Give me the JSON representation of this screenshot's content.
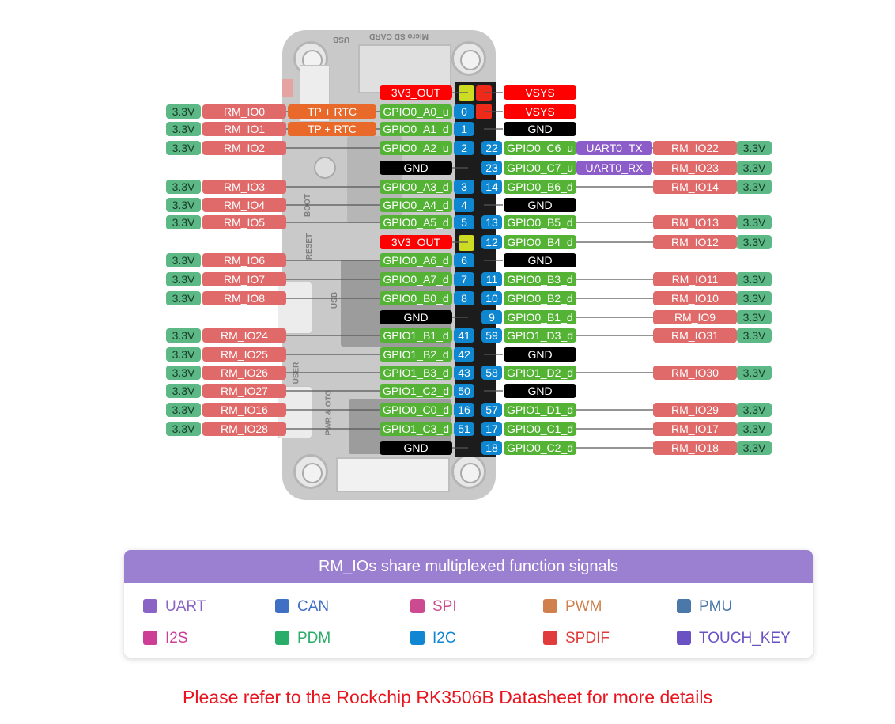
{
  "board": {
    "silkscreen": [
      "USB",
      "Micro SD CARD",
      "BOOT",
      "RESET",
      "USB",
      "USER",
      "PWR & OTG"
    ]
  },
  "left_rows": [
    {
      "v": "",
      "rm": "",
      "func": "",
      "sig": "3V3_OUT",
      "sig_type": "power",
      "pin": ""
    },
    {
      "v": "3.3V",
      "rm": "RM_IO0",
      "func": "TP + RTC",
      "sig": "GPIO0_A0_u",
      "sig_type": "gpio",
      "pin": "0"
    },
    {
      "v": "3.3V",
      "rm": "RM_IO1",
      "func": "TP + RTC",
      "sig": "GPIO0_A1_d",
      "sig_type": "gpio",
      "pin": "1"
    },
    {
      "v": "3.3V",
      "rm": "RM_IO2",
      "func": "",
      "sig": "GPIO0_A2_u",
      "sig_type": "gpio",
      "pin": "2"
    },
    {
      "v": "",
      "rm": "",
      "func": "",
      "sig": "GND",
      "sig_type": "gnd",
      "pin": ""
    },
    {
      "v": "3.3V",
      "rm": "RM_IO3",
      "func": "",
      "sig": "GPIO0_A3_d",
      "sig_type": "gpio",
      "pin": "3"
    },
    {
      "v": "3.3V",
      "rm": "RM_IO4",
      "func": "",
      "sig": "GPIO0_A4_d",
      "sig_type": "gpio",
      "pin": "4"
    },
    {
      "v": "3.3V",
      "rm": "RM_IO5",
      "func": "",
      "sig": "GPIO0_A5_d",
      "sig_type": "gpio",
      "pin": "5"
    },
    {
      "v": "",
      "rm": "",
      "func": "",
      "sig": "3V3_OUT",
      "sig_type": "power",
      "pin": ""
    },
    {
      "v": "3.3V",
      "rm": "RM_IO6",
      "func": "",
      "sig": "GPIO0_A6_d",
      "sig_type": "gpio",
      "pin": "6"
    },
    {
      "v": "3.3V",
      "rm": "RM_IO7",
      "func": "",
      "sig": "GPIO0_A7_d",
      "sig_type": "gpio",
      "pin": "7"
    },
    {
      "v": "3.3V",
      "rm": "RM_IO8",
      "func": "",
      "sig": "GPIO0_B0_d",
      "sig_type": "gpio",
      "pin": "8"
    },
    {
      "v": "",
      "rm": "",
      "func": "",
      "sig": "GND",
      "sig_type": "gnd",
      "pin": ""
    },
    {
      "v": "3.3V",
      "rm": "RM_IO24",
      "func": "",
      "sig": "GPIO1_B1_d",
      "sig_type": "gpio",
      "pin": "41"
    },
    {
      "v": "3.3V",
      "rm": "RM_IO25",
      "func": "",
      "sig": "GPIO1_B2_d",
      "sig_type": "gpio",
      "pin": "42"
    },
    {
      "v": "3.3V",
      "rm": "RM_IO26",
      "func": "",
      "sig": "GPIO1_B3_d",
      "sig_type": "gpio",
      "pin": "43"
    },
    {
      "v": "3.3V",
      "rm": "RM_IO27",
      "func": "",
      "sig": "GPIO1_C2_d",
      "sig_type": "gpio",
      "pin": "50"
    },
    {
      "v": "3.3V",
      "rm": "RM_IO16",
      "func": "",
      "sig": "GPIO0_C0_d",
      "sig_type": "gpio",
      "pin": "16"
    },
    {
      "v": "3.3V",
      "rm": "RM_IO28",
      "func": "",
      "sig": "GPIO1_C3_d",
      "sig_type": "gpio",
      "pin": "51"
    },
    {
      "v": "",
      "rm": "",
      "func": "",
      "sig": "GND",
      "sig_type": "gnd",
      "pin": ""
    }
  ],
  "right_rows": [
    {
      "pin": "",
      "sig": "VSYS",
      "sig_type": "power",
      "func": "",
      "rm": "",
      "v": ""
    },
    {
      "pin": "",
      "sig": "VSYS",
      "sig_type": "power",
      "func": "",
      "rm": "",
      "v": ""
    },
    {
      "pin": "",
      "sig": "GND",
      "sig_type": "gnd",
      "func": "",
      "rm": "",
      "v": ""
    },
    {
      "pin": "22",
      "sig": "GPIO0_C6_u",
      "sig_type": "gpio",
      "func": "UART0_TX",
      "rm": "RM_IO22",
      "v": "3.3V"
    },
    {
      "pin": "23",
      "sig": "GPIO0_C7_u",
      "sig_type": "gpio",
      "func": "UART0_RX",
      "rm": "RM_IO23",
      "v": "3.3V"
    },
    {
      "pin": "14",
      "sig": "GPIO0_B6_d",
      "sig_type": "gpio",
      "func": "",
      "rm": "RM_IO14",
      "v": "3.3V"
    },
    {
      "pin": "",
      "sig": "GND",
      "sig_type": "gnd",
      "func": "",
      "rm": "",
      "v": ""
    },
    {
      "pin": "13",
      "sig": "GPIO0_B5_d",
      "sig_type": "gpio",
      "func": "",
      "rm": "RM_IO13",
      "v": "3.3V"
    },
    {
      "pin": "12",
      "sig": "GPIO0_B4_d",
      "sig_type": "gpio",
      "func": "",
      "rm": "RM_IO12",
      "v": "3.3V"
    },
    {
      "pin": "",
      "sig": "GND",
      "sig_type": "gnd",
      "func": "",
      "rm": "",
      "v": ""
    },
    {
      "pin": "11",
      "sig": "GPIO0_B3_d",
      "sig_type": "gpio",
      "func": "",
      "rm": "RM_IO11",
      "v": "3.3V"
    },
    {
      "pin": "10",
      "sig": "GPIO0_B2_d",
      "sig_type": "gpio",
      "func": "",
      "rm": "RM_IO10",
      "v": "3.3V"
    },
    {
      "pin": "9",
      "sig": "GPIO0_B1_d",
      "sig_type": "gpio",
      "func": "",
      "rm": "RM_IO9",
      "v": "3.3V"
    },
    {
      "pin": "59",
      "sig": "GPIO1_D3_d",
      "sig_type": "gpio",
      "func": "",
      "rm": "RM_IO31",
      "v": "3.3V"
    },
    {
      "pin": "",
      "sig": "GND",
      "sig_type": "gnd",
      "func": "",
      "rm": "",
      "v": ""
    },
    {
      "pin": "58",
      "sig": "GPIO1_D2_d",
      "sig_type": "gpio",
      "func": "",
      "rm": "RM_IO30",
      "v": "3.3V"
    },
    {
      "pin": "",
      "sig": "GND",
      "sig_type": "gnd",
      "func": "",
      "rm": "",
      "v": ""
    },
    {
      "pin": "57",
      "sig": "GPIO1_D1_d",
      "sig_type": "gpio",
      "func": "",
      "rm": "RM_IO29",
      "v": "3.3V"
    },
    {
      "pin": "17",
      "sig": "GPIO0_C1_d",
      "sig_type": "gpio",
      "func": "",
      "rm": "RM_IO17",
      "v": "3.3V"
    },
    {
      "pin": "18",
      "sig": "GPIO0_C2_d",
      "sig_type": "gpio",
      "func": "",
      "rm": "RM_IO18",
      "v": "3.3V"
    }
  ],
  "legend": {
    "title": "RM_IOs share multiplexed function signals",
    "items": [
      {
        "label": "UART",
        "color": "#8a63c4"
      },
      {
        "label": "CAN",
        "color": "#4070c4"
      },
      {
        "label": "SPI",
        "color": "#cc4a8f"
      },
      {
        "label": "PWM",
        "color": "#d0804c"
      },
      {
        "label": "PMU",
        "color": "#4a78a8"
      },
      {
        "label": "I2S",
        "color": "#cc3f94"
      },
      {
        "label": "PDM",
        "color": "#2bad6a"
      },
      {
        "label": "I2C",
        "color": "#1187d4"
      },
      {
        "label": "SPDIF",
        "color": "#e03c3c"
      },
      {
        "label": "TOUCH_KEY",
        "color": "#6a52c4"
      }
    ]
  },
  "footer_note": "Please refer to the Rockchip RK3506B Datasheet for more details"
}
